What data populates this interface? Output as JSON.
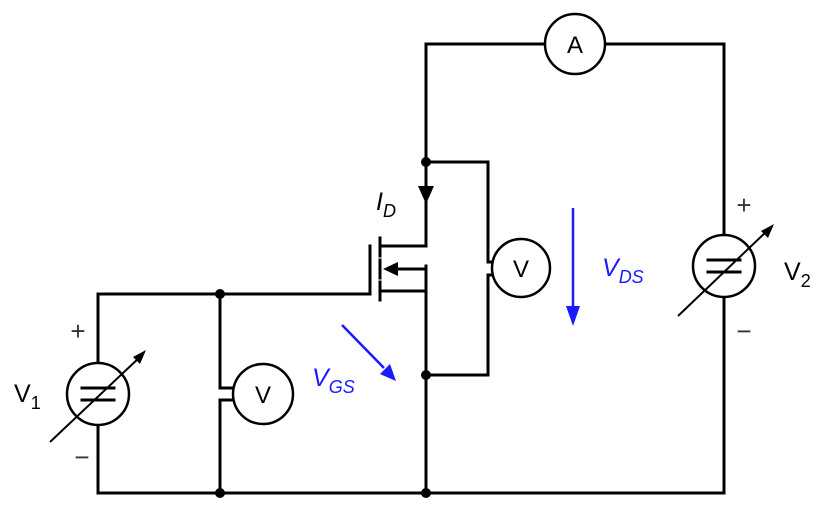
{
  "diagram": {
    "colors": {
      "wire": "#000000",
      "annotation": "#1a1aff"
    },
    "ammeter": {
      "symbol": "A"
    },
    "voltmeters": [
      {
        "id": "vm_gs",
        "symbol": "V"
      },
      {
        "id": "vm_ds",
        "symbol": "V"
      }
    ],
    "sources": {
      "v1": {
        "name": "V",
        "sub": "1",
        "plus": "+",
        "minus": "−"
      },
      "v2": {
        "name": "V",
        "sub": "2",
        "plus": "+",
        "minus": "−"
      }
    },
    "labels": {
      "drain_current": {
        "name": "I",
        "sub": "D"
      },
      "vgs": {
        "name": "V",
        "sub": "GS"
      },
      "vds": {
        "name": "V",
        "sub": "DS"
      }
    }
  }
}
